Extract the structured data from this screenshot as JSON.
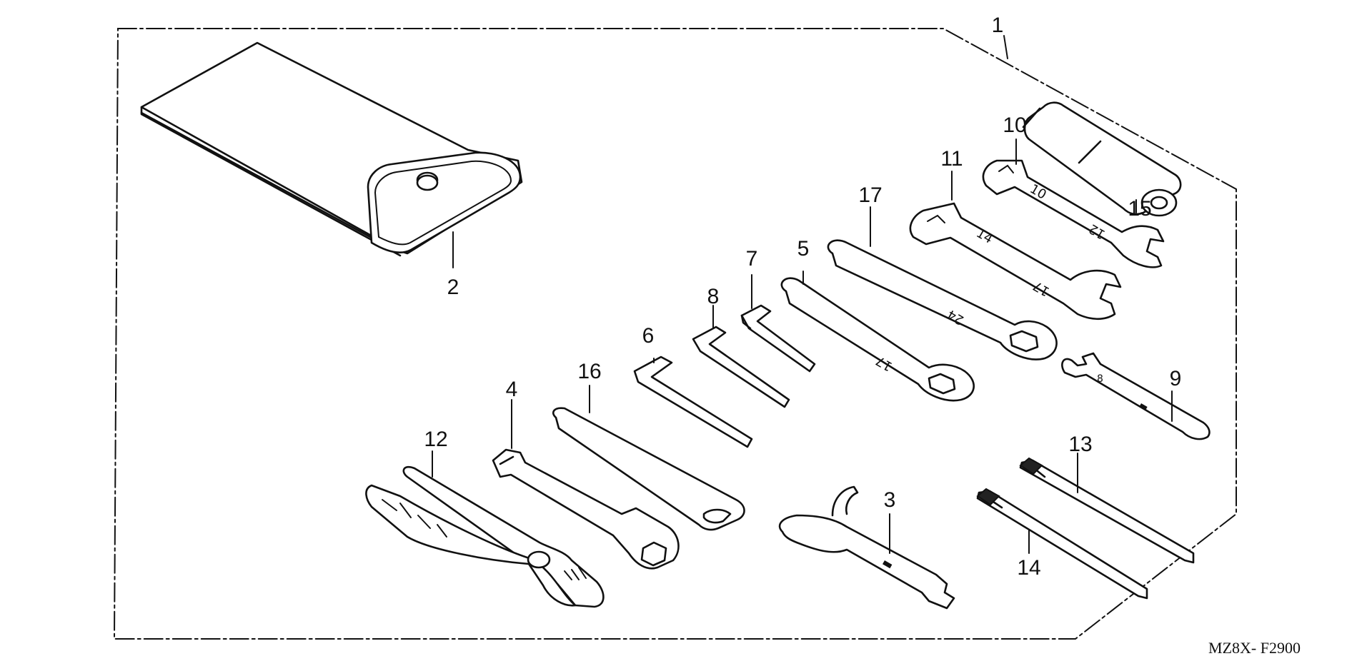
{
  "diagram": {
    "code": "MZ8X- F2900",
    "callouts": [
      "1",
      "2",
      "3",
      "4",
      "5",
      "6",
      "7",
      "8",
      "9",
      "10",
      "11",
      "12",
      "13",
      "14",
      "15",
      "16",
      "17"
    ]
  }
}
